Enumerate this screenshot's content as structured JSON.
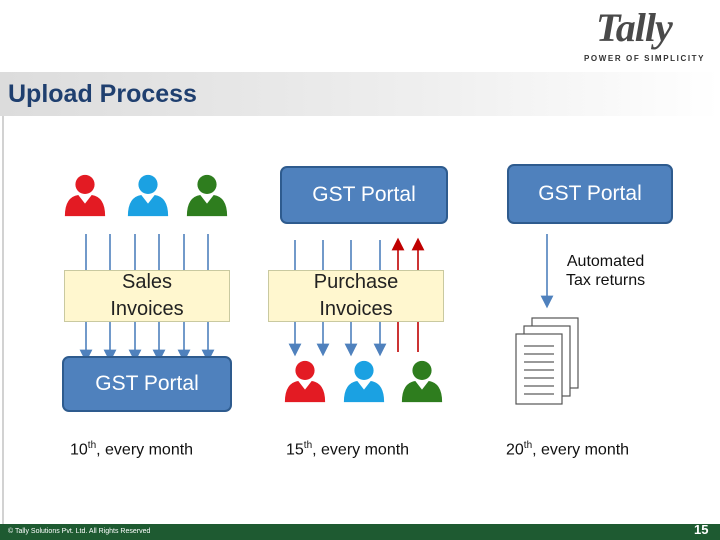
{
  "logo": {
    "word": "Tally",
    "tagline": "POWER OF SIMPLICITY"
  },
  "title": "Upload Process",
  "portals": {
    "left": "GST Portal",
    "middle": "GST Portal",
    "right": "GST Portal"
  },
  "invoices": {
    "sales": [
      "Sales",
      "Invoices"
    ],
    "purchase": [
      "Purchase",
      "Invoices"
    ]
  },
  "automated": [
    "Automated",
    "Tax returns"
  ],
  "captions": [
    {
      "day": "10",
      "suffix": "th",
      "rest": ", every month"
    },
    {
      "day": "15",
      "suffix": "th",
      "rest": ", every month"
    },
    {
      "day": "20",
      "suffix": "th",
      "rest": ", every month"
    }
  ],
  "footer": {
    "copyright": "© Tally Solutions Pvt. Ltd. All Rights Reserved",
    "page": "15"
  },
  "colors": {
    "person_red": "#e31b23",
    "person_blue": "#1ba1e2",
    "person_green": "#2e7d1e",
    "portal": "#4f81bd",
    "arrow_blue": "#4f81bd",
    "arrow_red": "#c00000"
  }
}
